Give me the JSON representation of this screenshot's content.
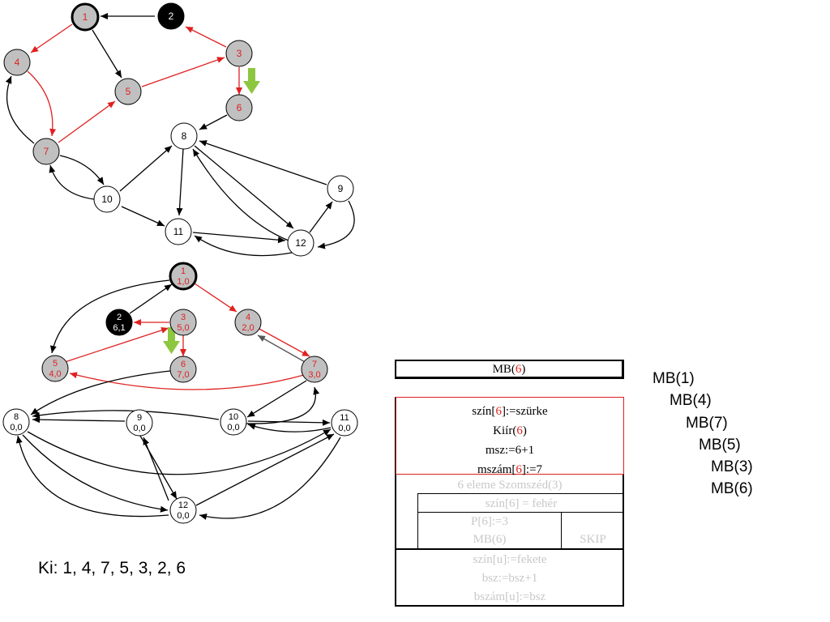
{
  "colors": {
    "gray": "#c0c0c0",
    "black": "#000000",
    "white": "#ffffff",
    "red": "#e02020",
    "green": "#8dc63f",
    "faded": "#c8c8c8"
  },
  "graph_top": {
    "nodes": [
      {
        "id": "1",
        "label": "1",
        "color": "gray",
        "highlight": true,
        "label_red": true
      },
      {
        "id": "2",
        "label": "2",
        "color": "black"
      },
      {
        "id": "3",
        "label": "3",
        "color": "gray",
        "label_red": true
      },
      {
        "id": "4",
        "label": "4",
        "color": "gray",
        "label_red": true
      },
      {
        "id": "5",
        "label": "5",
        "color": "gray",
        "label_red": true
      },
      {
        "id": "6",
        "label": "6",
        "color": "gray",
        "label_red": true
      },
      {
        "id": "7",
        "label": "7",
        "color": "gray",
        "label_red": true
      },
      {
        "id": "8",
        "label": "8",
        "color": "white"
      },
      {
        "id": "9",
        "label": "9",
        "color": "white"
      },
      {
        "id": "10",
        "label": "10",
        "color": "white"
      },
      {
        "id": "11",
        "label": "11",
        "color": "white"
      },
      {
        "id": "12",
        "label": "12",
        "color": "white"
      }
    ]
  },
  "graph_bottom": {
    "nodes": [
      {
        "id": "1",
        "l1": "1",
        "l2": "1,0",
        "color": "gray",
        "highlight": true,
        "label_red": true
      },
      {
        "id": "2",
        "l1": "2",
        "l2": "6,1",
        "color": "black"
      },
      {
        "id": "3",
        "l1": "3",
        "l2": "5,0",
        "color": "gray",
        "label_red": true
      },
      {
        "id": "4",
        "l1": "4",
        "l2": "2,0",
        "color": "gray",
        "label_red": true
      },
      {
        "id": "5",
        "l1": "5",
        "l2": "4,0",
        "color": "gray",
        "label_red": true
      },
      {
        "id": "6",
        "l1": "6",
        "l2": "7,0",
        "color": "gray",
        "label_red": true
      },
      {
        "id": "7",
        "l1": "7",
        "l2": "3,0",
        "color": "gray",
        "label_red": true
      },
      {
        "id": "8",
        "l1": "8",
        "l2": "0,0",
        "color": "white"
      },
      {
        "id": "9",
        "l1": "9",
        "l2": "0,0",
        "color": "white"
      },
      {
        "id": "10",
        "l1": "10",
        "l2": "0,0",
        "color": "white"
      },
      {
        "id": "11",
        "l1": "11",
        "l2": "0,0",
        "color": "white"
      },
      {
        "id": "12",
        "l1": "12",
        "l2": "0,0",
        "color": "white"
      }
    ]
  },
  "output": "Ki: 1, 4, 7, 5, 3, 2, 6",
  "call_stack": [
    "MB(1)",
    "MB(4)",
    "MB(7)",
    "MB(5)",
    "MB(3)",
    "MB(6)"
  ],
  "structogram": {
    "header_pre": "MB(",
    "header_arg": "6",
    "header_post": ")",
    "line1_pre": "szín[",
    "line1_arg": "6",
    "line1_post": "]:=szürke",
    "line2_pre": "Kiír(",
    "line2_arg": "6",
    "line2_post": ")",
    "line3": "msz:=6+1",
    "line4_pre": "mszám[",
    "line4_arg": "6",
    "line4_post": "]:=7",
    "loop_header": "6 eleme Szomszéd(3)",
    "cond": "szín[6] = fehér",
    "then1": "P[6]:=3",
    "then2": "MB(6)",
    "else": "SKIP",
    "post1": "szín[u]:=fekete",
    "post2": "bsz:=bsz+1",
    "post3": "bszám[u]:=bsz"
  }
}
